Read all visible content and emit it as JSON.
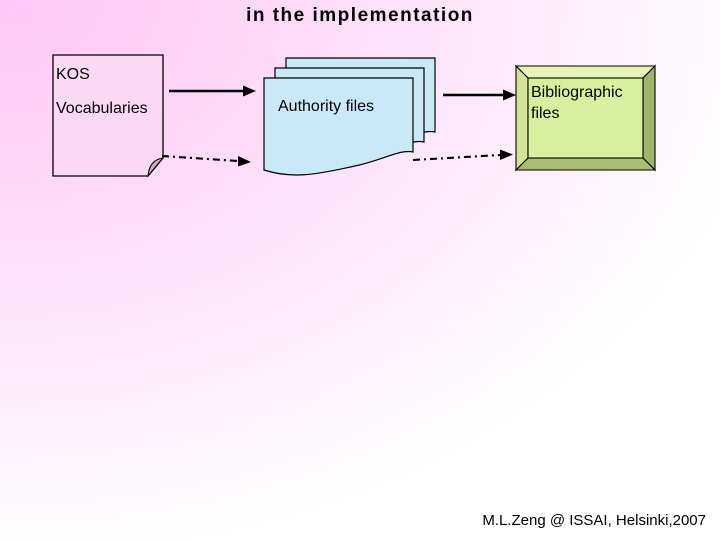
{
  "slide": {
    "title": "in the implementation",
    "footer": "M.L.Zeng @ ISSAI, Helsinki,2007"
  },
  "diagram": {
    "kos_document": {
      "shape": "folded-corner-document",
      "label_line1": "KOS",
      "label_line2": "Vocabularies"
    },
    "authority_stack": {
      "shape": "stacked-documents",
      "label": "Authority files"
    },
    "bibliographic_box": {
      "shape": "3d-beveled-box",
      "label": "Bibliographic files"
    },
    "connections": [
      {
        "from": "KOS Vocabularies",
        "to": "Authority files",
        "style": "solid-arrow"
      },
      {
        "from": "Authority files",
        "to": "Bibliographic files",
        "style": "solid-arrow"
      },
      {
        "from": "KOS Vocabularies",
        "to": "Authority files",
        "style": "dash-dot-arrow"
      },
      {
        "from": "Authority files",
        "to": "Bibliographic files",
        "style": "dash-dot-arrow"
      }
    ]
  },
  "colors": {
    "bg_pink": "#ffc6f7",
    "bg_pink_mid": "#fedcf9",
    "bg_white": "#ffffff",
    "doc_pink": "#fbd9f5",
    "flap_grey": "#c4b2c0",
    "stack_blue": "#c9e9f8",
    "box_inner": "#d9efa0",
    "bevel_light": "#e6f4b4",
    "bevel_mid": "#d3e593",
    "bevel_dark": "#9fb469",
    "bevel_dark2": "#a9be72",
    "text_black": "#000000"
  }
}
